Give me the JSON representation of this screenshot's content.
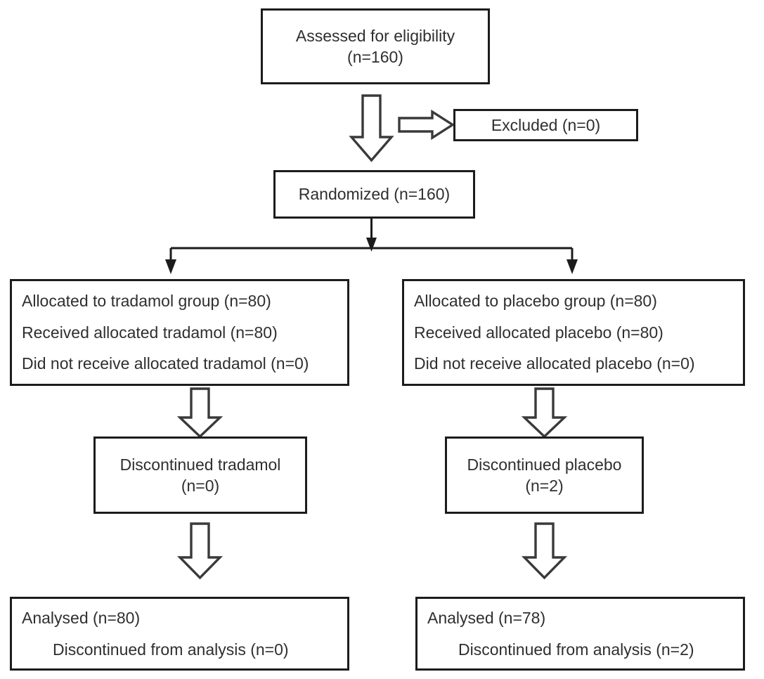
{
  "diagram": {
    "title": "CONSORT participant flow diagram",
    "type": "flowchart",
    "background_color": "#ffffff",
    "border_color": "#1c1c1c",
    "text_color": "#2f2f2f"
  },
  "nodes": {
    "assessed": {
      "line1": "Assessed for eligibility",
      "line2": "(n=160)"
    },
    "excluded": {
      "line1": "Excluded (n=0)"
    },
    "randomized": {
      "line1": "Randomized (n=160)"
    },
    "allocation_left": {
      "line1": "Allocated to tradamol group (n=80)",
      "line2": "Received allocated tradamol (n=80)",
      "line3": "Did not receive allocated tradamol (n=0)"
    },
    "allocation_right": {
      "line1": "Allocated to placebo group (n=80)",
      "line2": "Received allocated placebo (n=80)",
      "line3": "Did not receive allocated placebo (n=0)"
    },
    "discontinued_left": {
      "line1": "Discontinued tradamol",
      "line2": "(n=0)"
    },
    "discontinued_right": {
      "line1": "Discontinued placebo",
      "line2": "(n=2)"
    },
    "analysed_left": {
      "line1": "Analysed (n=80)",
      "line2": "Discontinued from analysis (n=0)"
    },
    "analysed_right": {
      "line1": "Analysed (n=78)",
      "line2": "Discontinued from analysis (n=2)"
    }
  },
  "connectors": {
    "assessed_to_randomized": "block-arrow-down",
    "assessed_to_excluded": "block-arrow-right",
    "randomized_split": "line-split-down",
    "allocation_left_to_discontinued_left": "block-arrow-down",
    "allocation_right_to_discontinued_right": "block-arrow-down",
    "discontinued_left_to_analysed_left": "block-arrow-down",
    "discontinued_right_to_analysed_right": "block-arrow-down"
  }
}
